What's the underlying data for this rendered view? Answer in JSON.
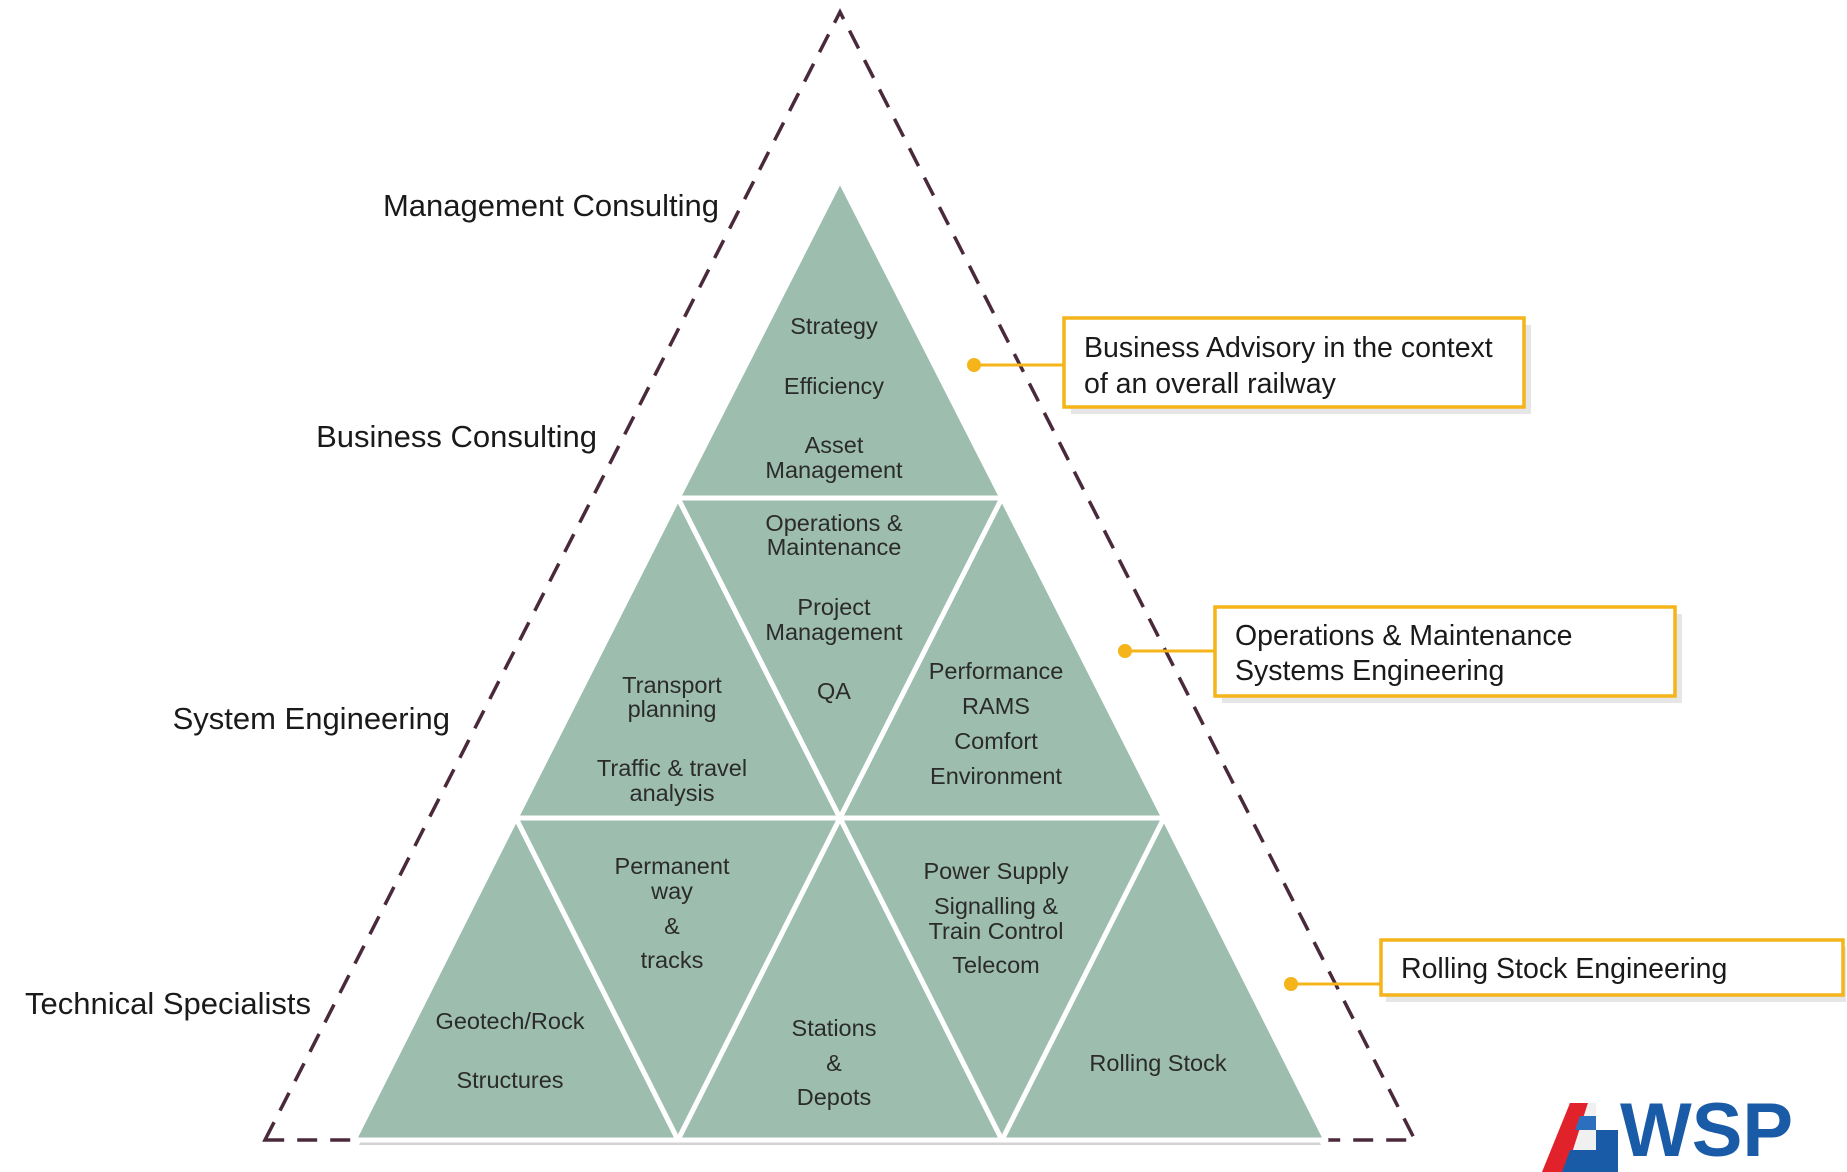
{
  "colors": {
    "triangle_fill": "#9dbdaf",
    "triangle_shadow": "#c8c8c8",
    "dashed_outline": "#4a2a3a",
    "callout_border": "#f4b41a",
    "callout_dot": "#f4b41a",
    "logo_blue": "#1a5ba8",
    "logo_red": "#e2222b"
  },
  "levels": {
    "management": "Management Consulting",
    "business": "Business Consulting",
    "system": "System Engineering",
    "technical": "Technical Specialists"
  },
  "triangles": {
    "top": [
      "Strategy",
      "Efficiency",
      "Asset",
      "Management"
    ],
    "transport": [
      "Transport",
      "planning",
      "Traffic & travel",
      "analysis"
    ],
    "operations": [
      "Operations &",
      "Maintenance",
      "Project",
      "Management",
      "QA"
    ],
    "performance": [
      "Performance",
      "RAMS",
      "Comfort",
      "Environment"
    ],
    "geotech": [
      "Geotech/Rock",
      "Structures"
    ],
    "permanent": [
      "Permanent",
      "way",
      "&",
      "tracks"
    ],
    "stations": [
      "Stations",
      "&",
      "Depots"
    ],
    "power": [
      "Power Supply",
      "Signalling &",
      "Train Control",
      "Telecom"
    ],
    "rolling": [
      "Rolling Stock"
    ]
  },
  "callouts": {
    "business_advisory": [
      "Business Advisory in the context",
      "of an overall railway"
    ],
    "operations_maintenance": [
      "Operations & Maintenance",
      "Systems Engineering"
    ],
    "rolling_stock": [
      "Rolling Stock Engineering"
    ]
  },
  "logo": {
    "text": "WSP"
  }
}
